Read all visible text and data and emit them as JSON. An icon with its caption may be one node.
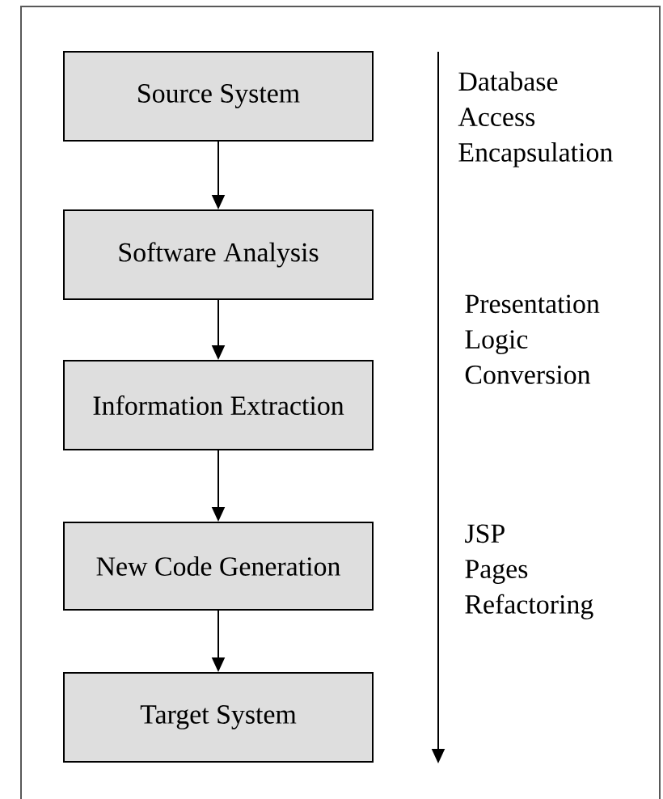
{
  "diagram": {
    "nodes": [
      {
        "text": [
          "Source System"
        ]
      },
      {
        "text": [
          "Software Analysis"
        ]
      },
      {
        "text": [
          "Information Extraction"
        ]
      },
      {
        "text": [
          "New Code Generation"
        ]
      },
      {
        "text": [
          "Target System"
        ]
      }
    ],
    "edges": [
      {
        "from": 0,
        "to": 1,
        "arrow": "to"
      },
      {
        "from": 1,
        "to": 2,
        "arrow": "to"
      },
      {
        "from": 2,
        "to": 3,
        "arrow": "to"
      },
      {
        "from": 3,
        "to": 4,
        "arrow": "to"
      }
    ],
    "labels": [
      "Database Access Encapsulation",
      "Presentation Logic Conversion",
      "JSP Pages Refactoring"
    ]
  }
}
